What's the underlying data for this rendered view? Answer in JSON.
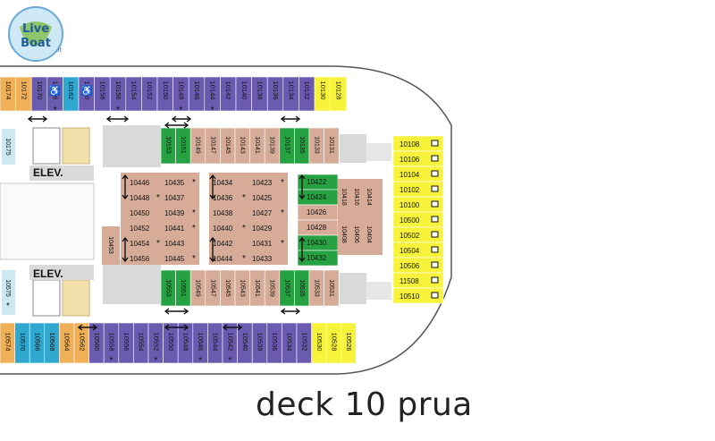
{
  "caption": "deck 10 prua",
  "logo_text": "LiveBoat.it",
  "colors": {
    "purple": "#6b5bb0",
    "orange": "#f0b058",
    "teal": "#2fa7cf",
    "yellow": "#f7f33a",
    "tan": "#d6ac98",
    "green": "#26a243",
    "lightblue": "#cce9f2",
    "gray": "#d9d9d9"
  },
  "labels": {
    "elev": "ELEV.",
    "star": "*"
  },
  "top_row": [
    {
      "num": "10174",
      "color": "orange"
    },
    {
      "num": "10172",
      "color": "orange"
    },
    {
      "num": "10170",
      "color": "purple"
    },
    {
      "num": "10166",
      "color": "purple",
      "star": true
    },
    {
      "num": "10162",
      "color": "teal"
    },
    {
      "num": "10160",
      "color": "purple"
    },
    {
      "num": "10158",
      "color": "purple"
    },
    {
      "num": "10156",
      "color": "purple",
      "star": true
    },
    {
      "num": "10154",
      "color": "purple"
    },
    {
      "num": "10152",
      "color": "purple"
    },
    {
      "num": "10150",
      "color": "purple"
    },
    {
      "num": "10148",
      "color": "purple",
      "star": true
    },
    {
      "num": "10146",
      "color": "purple"
    },
    {
      "num": "10144",
      "color": "purple",
      "star": true
    },
    {
      "num": "10142",
      "color": "purple"
    },
    {
      "num": "10140",
      "color": "purple"
    },
    {
      "num": "10138",
      "color": "purple"
    },
    {
      "num": "10136",
      "color": "purple"
    },
    {
      "num": "10134",
      "color": "purple"
    },
    {
      "num": "10132",
      "color": "purple"
    },
    {
      "num": "10130",
      "color": "yellow"
    },
    {
      "num": "10128",
      "color": "yellow"
    }
  ],
  "bottom_row": [
    {
      "num": "10574",
      "color": "orange"
    },
    {
      "num": "10570",
      "color": "teal"
    },
    {
      "num": "10566",
      "color": "teal"
    },
    {
      "num": "10568",
      "color": "teal"
    },
    {
      "num": "10564",
      "color": "orange"
    },
    {
      "num": "10562",
      "color": "orange"
    },
    {
      "num": "10560",
      "color": "purple"
    },
    {
      "num": "10558",
      "color": "purple",
      "star": true
    },
    {
      "num": "10556",
      "color": "purple"
    },
    {
      "num": "10554",
      "color": "purple"
    },
    {
      "num": "10552",
      "color": "purple",
      "star": true
    },
    {
      "num": "10550",
      "color": "purple"
    },
    {
      "num": "10548",
      "color": "purple"
    },
    {
      "num": "10546",
      "color": "purple",
      "star": true
    },
    {
      "num": "10544",
      "color": "purple"
    },
    {
      "num": "10542",
      "color": "purple",
      "star": true
    },
    {
      "num": "10540",
      "color": "purple"
    },
    {
      "num": "10538",
      "color": "purple"
    },
    {
      "num": "10536",
      "color": "purple"
    },
    {
      "num": "10534",
      "color": "purple"
    },
    {
      "num": "10532",
      "color": "purple"
    },
    {
      "num": "10530",
      "color": "yellow"
    },
    {
      "num": "10528",
      "color": "yellow"
    },
    {
      "num": "10526",
      "color": "yellow"
    }
  ],
  "upper_inner": [
    {
      "num": "10153",
      "color": "green"
    },
    {
      "num": "10151",
      "color": "green"
    },
    {
      "num": "10149",
      "color": "tan"
    },
    {
      "num": "10147",
      "color": "tan"
    },
    {
      "num": "10145",
      "color": "tan"
    },
    {
      "num": "10143",
      "color": "tan"
    },
    {
      "num": "10141",
      "color": "tan"
    },
    {
      "num": "10139",
      "color": "tan"
    },
    {
      "num": "10137",
      "color": "green"
    },
    {
      "num": "10135",
      "color": "green"
    },
    {
      "num": "10133",
      "color": "tan"
    },
    {
      "num": "10131",
      "color": "tan"
    }
  ],
  "lower_inner": [
    {
      "num": "10553",
      "color": "green"
    },
    {
      "num": "10551",
      "color": "green"
    },
    {
      "num": "10549",
      "color": "tan"
    },
    {
      "num": "10547",
      "color": "tan"
    },
    {
      "num": "10545",
      "color": "tan"
    },
    {
      "num": "10543",
      "color": "tan"
    },
    {
      "num": "10541",
      "color": "tan"
    },
    {
      "num": "10539",
      "color": "tan"
    },
    {
      "num": "10537",
      "color": "green"
    },
    {
      "num": "10535",
      "color": "green"
    },
    {
      "num": "10533",
      "color": "tan"
    },
    {
      "num": "10531",
      "color": "tan"
    }
  ],
  "block_a": [
    {
      "left": "10446",
      "right": "10435"
    },
    {
      "left": "10448",
      "right": "10437"
    },
    {
      "left": "10450",
      "right": "10439"
    },
    {
      "left": "10452",
      "right": "10441"
    },
    {
      "left": "10454",
      "right": "10443"
    },
    {
      "left": "10456",
      "right": "10445"
    }
  ],
  "block_b": [
    {
      "left": "10434",
      "right": "10423"
    },
    {
      "left": "10436",
      "right": "10425"
    },
    {
      "left": "10438",
      "right": "10427"
    },
    {
      "left": "10440",
      "right": "10429"
    },
    {
      "left": "10442",
      "right": "10431"
    },
    {
      "left": "10444",
      "right": "10433"
    }
  ],
  "room_10453": "10453",
  "block_c": [
    {
      "num": "10422",
      "color": "green"
    },
    {
      "num": "10424",
      "color": "green"
    },
    {
      "num": "10426",
      "color": "tan"
    },
    {
      "num": "10428",
      "color": "tan"
    },
    {
      "num": "10430",
      "color": "green"
    },
    {
      "num": "10432",
      "color": "green"
    }
  ],
  "block_c_vertical": [
    "10418",
    "10416",
    "10414",
    "10408",
    "10406",
    "10404"
  ],
  "forward_suites": [
    "10108",
    "10106",
    "10104",
    "10102",
    "10100",
    "10500",
    "10502",
    "10504",
    "10506",
    "11508",
    "10510"
  ],
  "side_rooms": {
    "upper": "10175",
    "lower": "10575"
  }
}
